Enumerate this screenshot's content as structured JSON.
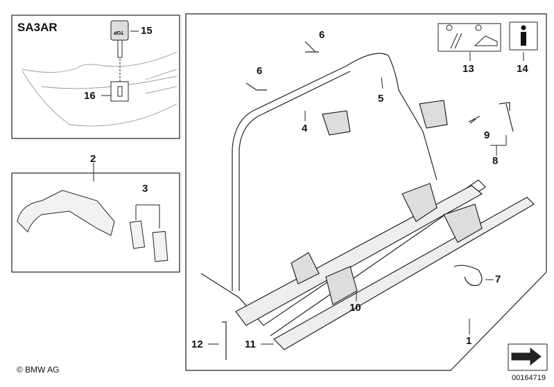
{
  "panel_title": "SA3AR",
  "callouts": [
    "1",
    "2",
    "3",
    "4",
    "5",
    "6",
    "6",
    "7",
    "8",
    "9",
    "10",
    "11",
    "12",
    "13",
    "14",
    "15",
    "16"
  ],
  "key_label": "TOP",
  "info_icon": "i",
  "copyright": "© BMW AG",
  "document_id": "00164719"
}
